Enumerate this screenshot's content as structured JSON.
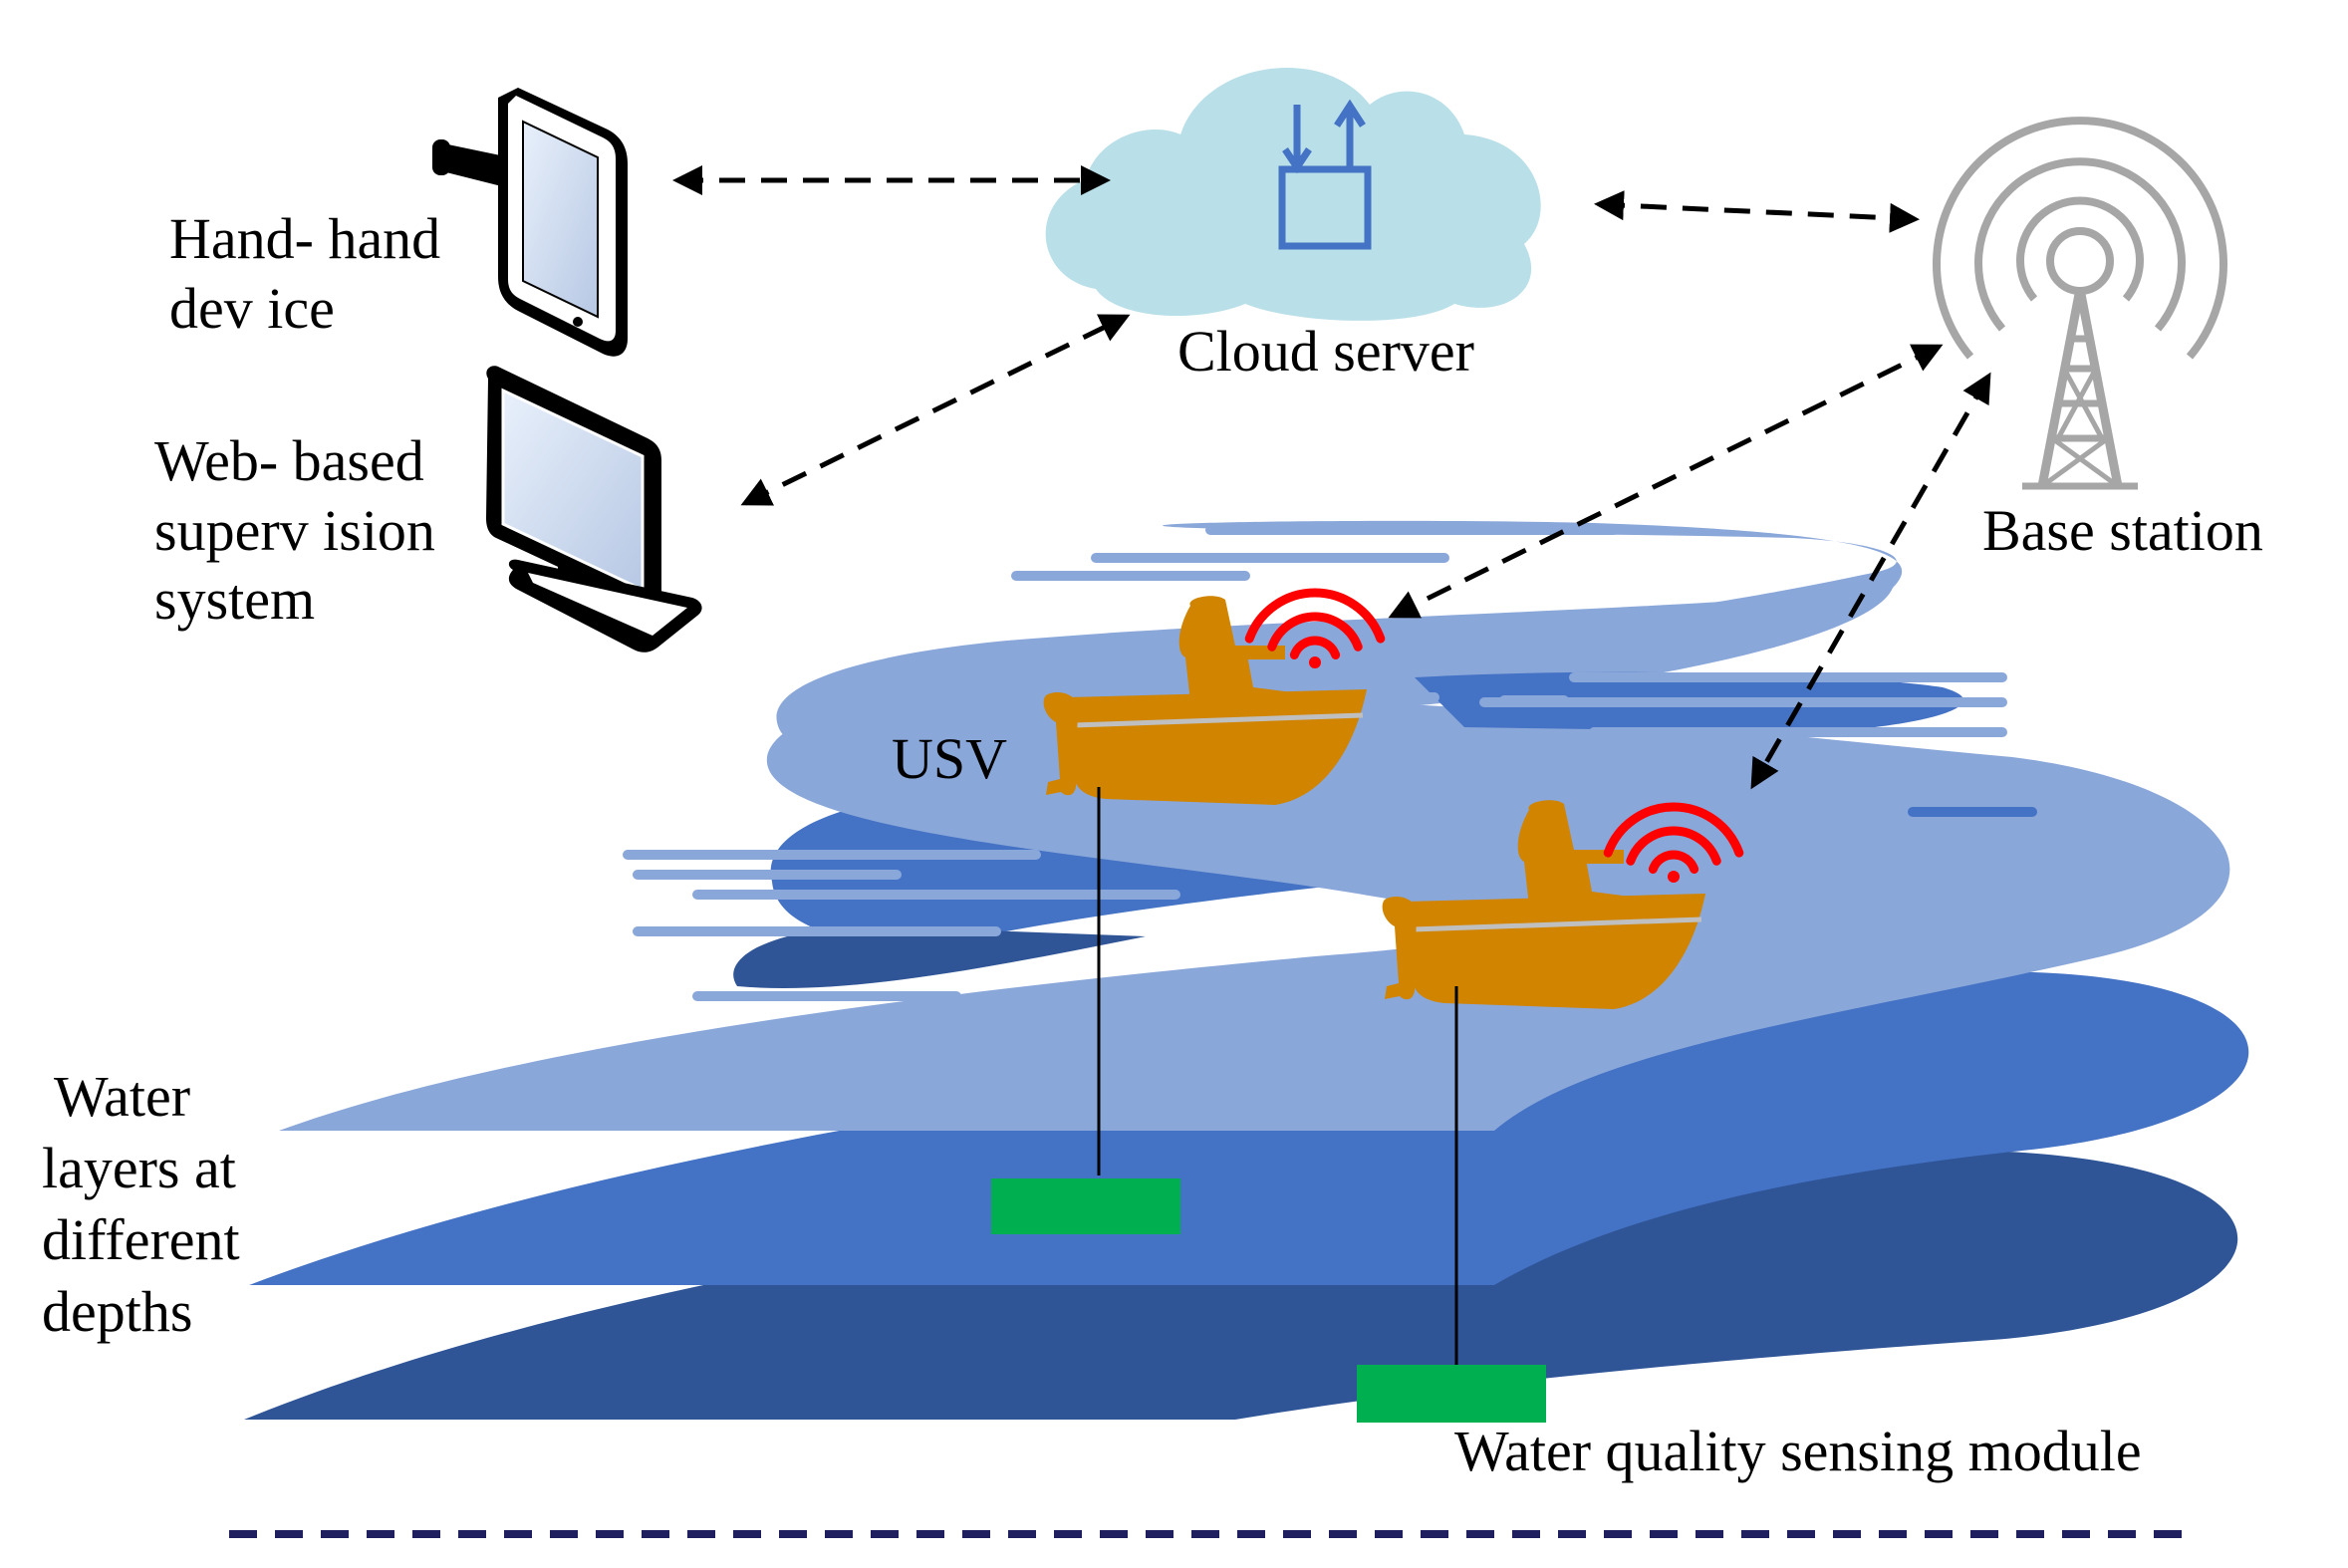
{
  "labels": {
    "handheld": [
      "Hand- hand",
      "dev ice"
    ],
    "web": [
      "Web- based",
      "superv ision",
      "system"
    ],
    "cloud": "Cloud server",
    "base": "Base station",
    "usv": "USV",
    "layers": [
      "Water",
      "layers at",
      "different",
      "depths"
    ],
    "sensing": "Water quality sensing module"
  },
  "icons": {
    "handheld": "tablet-icon",
    "web": "monitor-icon",
    "cloud": "cloud-upload-download-icon",
    "base": "radio-tower-icon",
    "boat": "boat-icon",
    "signal": "wifi-signal-icon",
    "sensor": "sensor-module-icon"
  },
  "colors": {
    "cloud_fill": "#b9dfe9",
    "cloud_icon": "#4472c4",
    "water_light": "#8aa7da",
    "water_mid": "#4472c4",
    "water_dark": "#2f5597",
    "boat": "#d08400",
    "signal": "#ff0000",
    "sensor": "#00b050",
    "tower": "#a6a6a6",
    "footer_line": "#1f1f5f"
  }
}
